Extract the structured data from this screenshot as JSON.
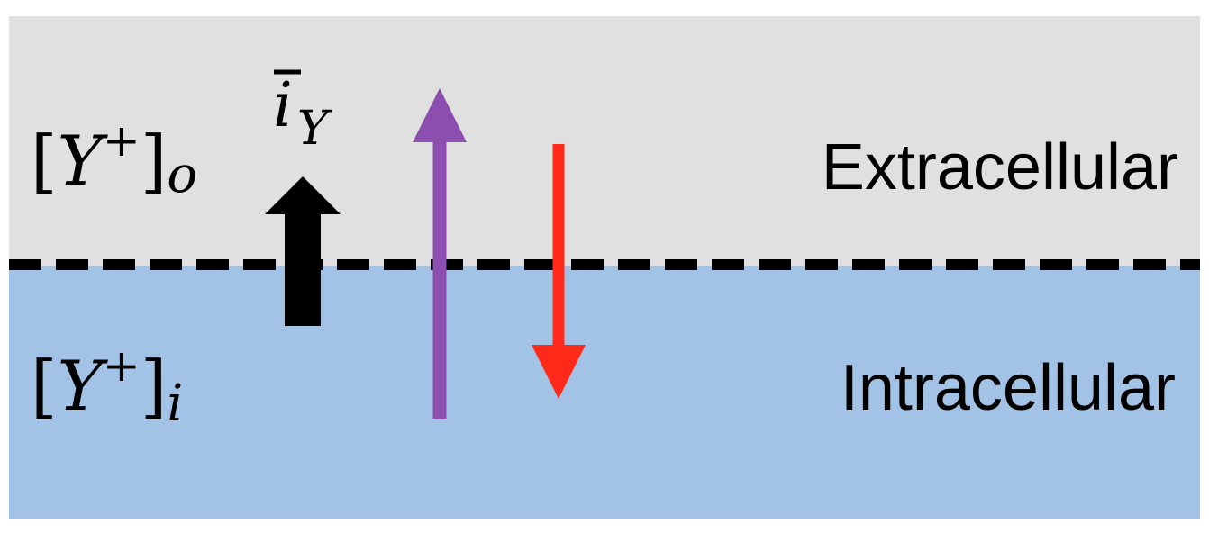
{
  "diagram": {
    "regions": {
      "extracellular": {
        "label": "Extracellular",
        "color": "#e0e0e0"
      },
      "intracellular": {
        "label": "Intracellular",
        "color": "#a2c3e6"
      }
    },
    "membrane": {
      "style": "dashed",
      "color": "#000000"
    },
    "concentrations": {
      "outside": {
        "base": "Y",
        "charge": "+",
        "subscript": "o"
      },
      "inside": {
        "base": "Y",
        "charge": "+",
        "subscript": "i"
      }
    },
    "current": {
      "symbol": "i",
      "subscript": "Y",
      "overbar": true
    },
    "arrows": [
      {
        "name": "net-current-arrow",
        "direction": "up",
        "color": "#000000"
      },
      {
        "name": "efflux-arrow",
        "direction": "up",
        "color": "#8c4fb0"
      },
      {
        "name": "influx-arrow",
        "direction": "down",
        "color": "#ff2a1a"
      }
    ]
  }
}
